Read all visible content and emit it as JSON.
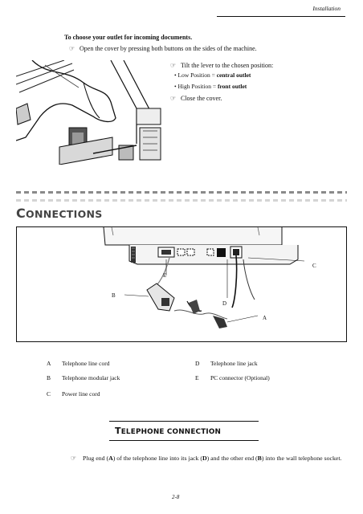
{
  "header": {
    "section": "Installation"
  },
  "outlet": {
    "heading": "To choose your outlet for incoming documents.",
    "step_open": "Open the cover by pressing both buttons on the sides of the machine.",
    "step_tilt": "Tilt the lever to the chosen position:",
    "low_prefix": "• Low Position  =  ",
    "low_value": "central outlet",
    "high_prefix": "• High Position = ",
    "high_value": "front outlet",
    "step_close": "Close the cover."
  },
  "connections": {
    "title_first": "C",
    "title_rest": "ONNECTIONS",
    "diagram_labels": {
      "a": "A",
      "b": "B",
      "c": "C",
      "d": "D",
      "e": "E"
    },
    "legend": [
      {
        "letter": "A",
        "text": "Telephone line cord"
      },
      {
        "letter": "B",
        "text": "Telephone modular jack"
      },
      {
        "letter": "C",
        "text": "Power line cord"
      },
      {
        "letter": "D",
        "text": "Telephone line jack"
      },
      {
        "letter": "E",
        "text": "PC connector (Optional)"
      }
    ]
  },
  "telephone": {
    "title_first": "T",
    "title_rest": "ELEPHONE CONNECTION",
    "plug_1": "Plug end (",
    "plug_a": "A",
    "plug_2": ") of the telephone line into its jack (",
    "plug_d": "D",
    "plug_3": ") and the other end (",
    "plug_b": "B",
    "plug_4": ") into the wall telephone socket."
  },
  "footer": {
    "page": "2-8"
  },
  "icons": {
    "bullet": "pointing-hand-icon"
  }
}
